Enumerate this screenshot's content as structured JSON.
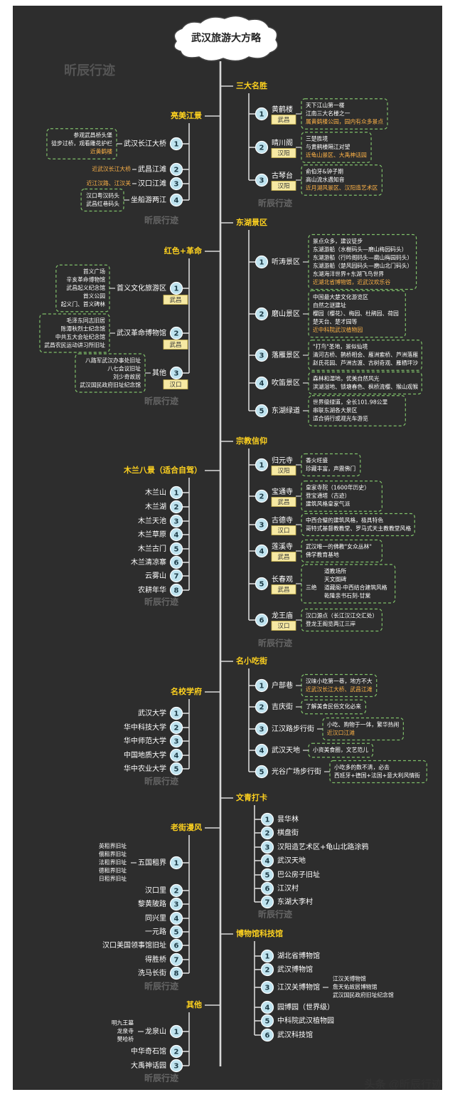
{
  "title": "武汉旅游大方略",
  "watermark": "昕辰行迹",
  "footer": {
    "brand": "头条",
    "handle": "@昕辰行迹"
  },
  "colors": {
    "background": "#2d2d2d",
    "line": "#d9d9d9",
    "category": "#ffd21f",
    "badge": "#f6e9a3",
    "node": "#bfe3ef",
    "note_dash": "#7fbf6a",
    "note_orange": "#ffb347"
  },
  "right": [
    {
      "name": "三大名胜",
      "items": [
        {
          "label": "黄鹤楼",
          "tag": "武昌",
          "notes": [
            "天下江山第一楼",
            "江南三大名楼之一",
            "属黄鹤楼公园，园内有众多景点"
          ],
          "hl": [
            2
          ]
        },
        {
          "label": "晴川阁",
          "tag": "汉阳",
          "notes": [
            "三楚胜境",
            "与黄鹤楼隔江对望",
            "近龟山景区、大禹神话园"
          ],
          "hl": [
            2
          ]
        },
        {
          "label": "古琴台",
          "tag": "汉阳",
          "notes": [
            "俞伯牙&钟子期",
            "高山流水遇知音",
            "近月湖风景区、汉阳造艺术区"
          ],
          "hl": [
            2
          ]
        }
      ]
    },
    {
      "name": "东湖景区",
      "items": [
        {
          "label": "听涛景区",
          "notes": [
            "景点众多，建议徒步",
            "东湖游船（水榭码头—磨山梅园码头）",
            "东湖游船（行吟阁码头—磨山梅园码头）",
            "东湖游船（楚风园码头—磨山北门码头）",
            "东湖海洋世界+东湖飞鸟世界",
            "近湖北省博物馆，近武汉欢乐谷"
          ],
          "hl": [
            5
          ]
        },
        {
          "label": "磨山景区",
          "notes": [
            "中国最大楚文化游览区",
            "自然之谜建址",
            "樱园（樱花）、梅园、杜鹃园、荷园",
            "楚天台、楚才园等",
            "近中科院武汉植物园"
          ],
          "hl": [
            4
          ]
        },
        {
          "label": "落雁景区",
          "notes": [
            "\"打鸟\"圣地，景似仙境",
            "清河古桥、鹊桥相会、雁洲索桥、芦洲落雁",
            "赵氏花园、芦洲古渡、古树奇观、雁栖坪沙"
          ],
          "hl": []
        },
        {
          "label": "吹笛景区",
          "notes": [
            "森林和湿地，优美自然风光",
            "滨湖湿地、锁塘春色、枫桥流樱、猴山观猴"
          ],
          "hl": []
        },
        {
          "label": "东湖绿道",
          "notes": [
            "世界级绿道，全长101.98公里",
            "串联东湖各大景区",
            "适合骑行或观光车游览"
          ],
          "hl": []
        }
      ]
    },
    {
      "name": "宗教信仰",
      "items": [
        {
          "label": "归元寺",
          "tag": "汉阳",
          "notes": [
            "香火旺盛",
            "珍藏丰富，声震佛门"
          ],
          "hl": []
        },
        {
          "label": "宝通寺",
          "tag": "武昌",
          "notes": [
            "皇家寺院（1600年历史）",
            "登宝通塔（古迹）",
            "建筑风格皇家气派"
          ],
          "hl": []
        },
        {
          "label": "古德寺",
          "tag": "汉口",
          "notes": [
            "中西合璧的建筑风格，极具特色",
            "哥特式基督教教堂、罗马式天主教教堂风格"
          ],
          "hl": []
        },
        {
          "label": "莲溪寺",
          "tag": "武昌",
          "notes": [
            "武汉唯一的佛教\"女众丛林\"",
            "佛学教育基地"
          ],
          "hl": []
        },
        {
          "label": "长春观",
          "tag": "武昌",
          "notes": [
            "道教场所",
            "天文图碑",
            "道藏阁-中西结合建筑风格",
            "乾隆亲书石刻-甘棠"
          ],
          "hl": [],
          "sub": "三绝"
        },
        {
          "label": "龙王庙",
          "tag": "汉口",
          "notes": [
            "汉口源点（长江汉江交汇处）",
            "登龙王阁览两江三岸"
          ],
          "hl": []
        }
      ]
    },
    {
      "name": "名小吃街",
      "items": [
        {
          "label": "户部巷",
          "notes": [
            "汉味小吃第一巷，地方不大",
            "近武汉长江大桥、武昌江滩"
          ],
          "hl": [
            1
          ]
        },
        {
          "label": "吉庆街",
          "notes": [
            "了解美食民俗文化必来"
          ],
          "hl": []
        },
        {
          "label": "江汉路步行街",
          "notes": [
            "小吃、购物于一体，繁华热闹",
            "近汉口江滩"
          ],
          "hl": [
            1
          ]
        },
        {
          "label": "武汉天地",
          "notes": [
            "小资美食圈，文艺范儿"
          ],
          "hl": []
        },
        {
          "label": "光谷广场步行街",
          "notes": [
            "小吃多的数不清，必去",
            "西班牙+德国+法国+意大利风情街"
          ],
          "hl": []
        }
      ]
    },
    {
      "name": "文青打卡",
      "items": [
        {
          "label": "昙华林"
        },
        {
          "label": "棋盘街"
        },
        {
          "label": "汉阳造艺术区+龟山北路涂鸦"
        },
        {
          "label": "武汉天地"
        },
        {
          "label": "巴公房子旧址"
        },
        {
          "label": "江汉村"
        },
        {
          "label": "东湖大李村"
        }
      ]
    },
    {
      "name": "博物馆科技馆",
      "items": [
        {
          "label": "湖北省博物馆"
        },
        {
          "label": "武汉博物馆"
        },
        {
          "label": "江汉关博物馆",
          "notes": [
            "江汉关博物馆",
            "詹天佑故居博物馆",
            "武汉国民政府旧址纪念馆"
          ],
          "plain": true
        },
        {
          "label": "园博园（世界级）"
        },
        {
          "label": "中科院武汉植物园"
        },
        {
          "label": "武汉科技馆"
        }
      ]
    }
  ],
  "left": [
    {
      "name": "亮美江景",
      "items": [
        {
          "label": "武汉长江大桥",
          "notes": [
            "参观武昌桥头堡",
            "徒步过桥，观看雕花护栏",
            "近黄鹤楼"
          ],
          "hl": [
            2
          ]
        },
        {
          "label": "武昌江滩",
          "inline": "近武汉长江大桥"
        },
        {
          "label": "汉口江滩",
          "inline": "近江汉路、江汉关"
        },
        {
          "label": "坐船游两江",
          "notes": [
            "汉口粤汉码头",
            "武昌红巷码头"
          ],
          "hl": []
        }
      ]
    },
    {
      "name": "红色+革命",
      "items": [
        {
          "label": "首义文化旅游区",
          "tag": "武昌",
          "notes": [
            "首义广场",
            "辛亥革命博物馆",
            "武昌起义纪念馆",
            "首义公园",
            "起义门、首义碑林"
          ],
          "hl": []
        },
        {
          "label": "武汉革命博物馆",
          "tag": "武昌",
          "notes": [
            "毛泽东同志旧居",
            "陈潭秋烈士纪念馆",
            "中共五大会址纪念馆",
            "武昌农民运动讲习所旧址"
          ],
          "hl": []
        },
        {
          "label": "其他",
          "tag": "汉口",
          "notes": [
            "八路军武汉办事处旧址",
            "八七会议旧址",
            "刘少奇故居",
            "武汉国民政府旧址纪念馆"
          ],
          "hl": []
        }
      ]
    },
    {
      "name": "木兰八景（适合自驾）",
      "items": [
        {
          "label": "木兰山"
        },
        {
          "label": "木兰湖"
        },
        {
          "label": "木兰天池"
        },
        {
          "label": "木兰草原"
        },
        {
          "label": "木兰古门"
        },
        {
          "label": "木兰清凉寨"
        },
        {
          "label": "云雾山"
        },
        {
          "label": "农耕年华"
        }
      ]
    },
    {
      "name": "名校学府",
      "items": [
        {
          "label": "武汉大学"
        },
        {
          "label": "华中科技大学"
        },
        {
          "label": "华中师范大学"
        },
        {
          "label": "中国地质大学"
        },
        {
          "label": "华中农业大学"
        }
      ]
    },
    {
      "name": "老街漫风",
      "items": [
        {
          "label": "五国租界",
          "notes": [
            "英租界旧址",
            "俄租界旧址",
            "法租界旧址",
            "德租界旧址",
            "日租界旧址"
          ],
          "plain": true
        },
        {
          "label": "汉口里"
        },
        {
          "label": "黎黄陂路"
        },
        {
          "label": "同兴里"
        },
        {
          "label": "一元路"
        },
        {
          "label": "汉口美国领事馆旧址"
        },
        {
          "label": "得胜桥"
        },
        {
          "label": "洗马长街"
        }
      ]
    },
    {
      "name": "其他",
      "items": [
        {
          "label": "龙泉山",
          "notes": [
            "明九王墓",
            "龙泉寺",
            "樊哈桥"
          ],
          "plain": true
        },
        {
          "label": "中华奇石馆"
        },
        {
          "label": "大禹神话园"
        }
      ]
    }
  ]
}
